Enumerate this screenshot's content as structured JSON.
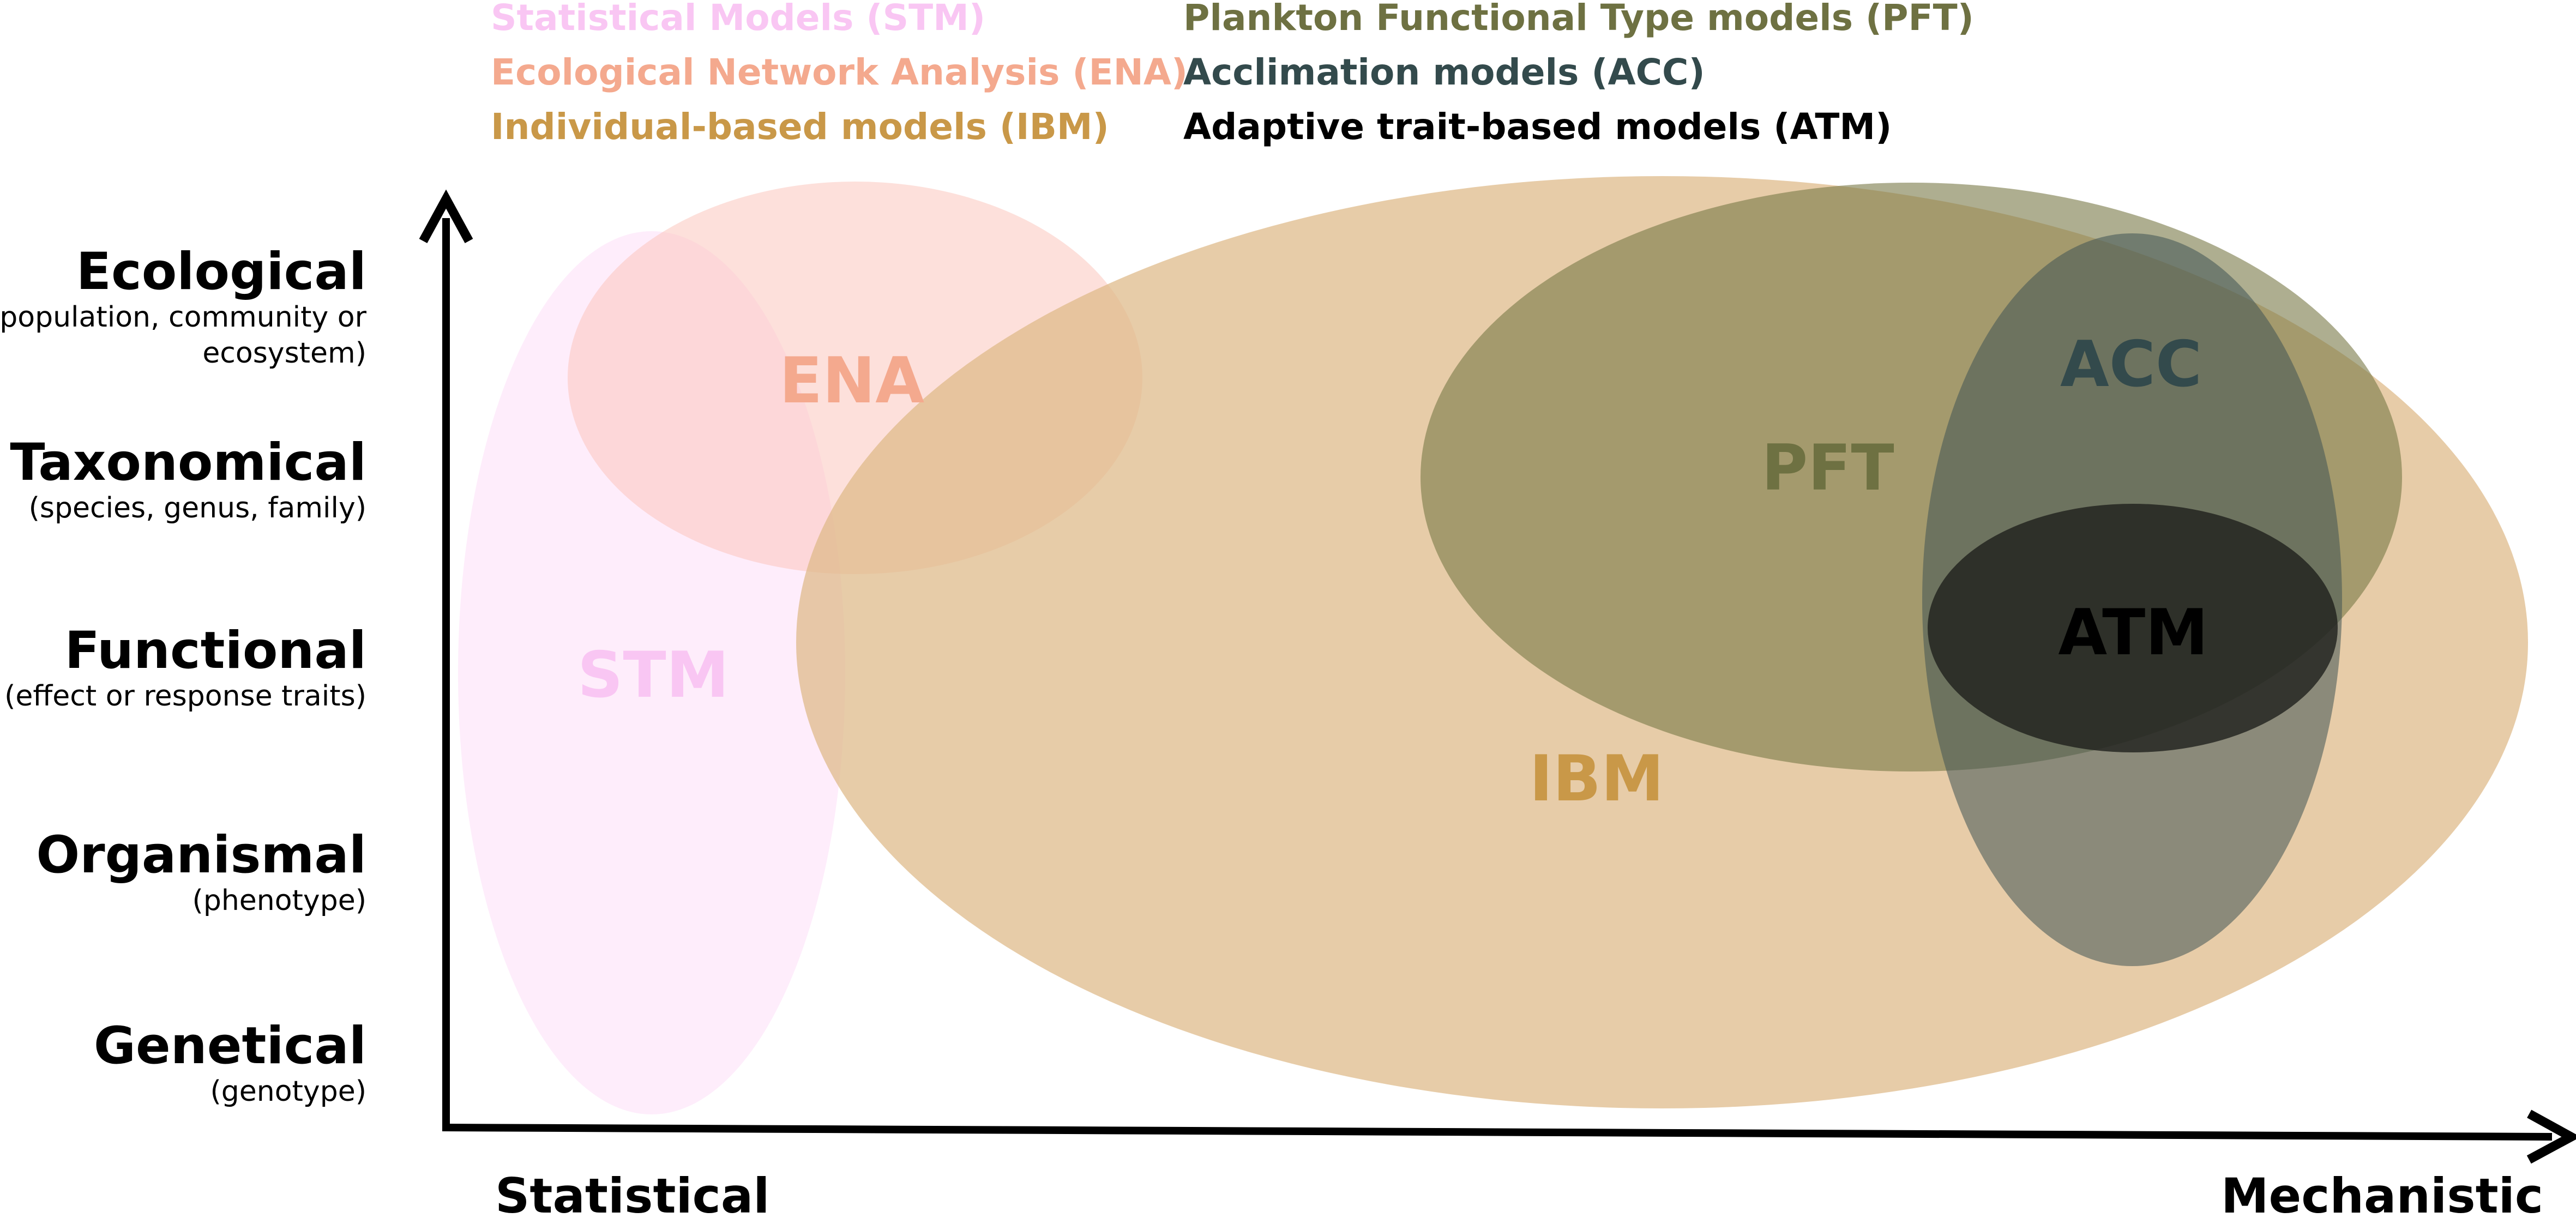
{
  "legend": {
    "left": [
      {
        "label": "Statistical Models (STM)",
        "color": "#f9c6f3"
      },
      {
        "label": "Ecological Network Analysis (ENA)",
        "color": "#f4a98e"
      },
      {
        "label": "Individual-based models (IBM)",
        "color": "#c99848"
      }
    ],
    "right": [
      {
        "label": "Plankton Functional Type models (PFT)",
        "color": "#6e7142"
      },
      {
        "label": "Acclimation models (ACC)",
        "color": "#334a4c"
      },
      {
        "label": "Adaptive trait-based models (ATM)",
        "color": "#000000"
      }
    ]
  },
  "levels": [
    {
      "name": "Ecological",
      "lines": [
        "(population, community or",
        "ecosystem)"
      ]
    },
    {
      "name": "Taxonomical",
      "lines": [
        "(species, genus, family)"
      ]
    },
    {
      "name": "Functional",
      "lines": [
        "(effect or response traits)"
      ]
    },
    {
      "name": "Organismal",
      "lines": [
        "(phenotype)"
      ]
    },
    {
      "name": "Genetical",
      "lines": [
        "(genotype)"
      ]
    }
  ],
  "axis": {
    "x_start_label": "Statistical",
    "x_end_label": "Mechanistic"
  },
  "regions": {
    "stm": {
      "label": "STM",
      "fill": "#fcd8f6",
      "label_color": "#f9c6f3"
    },
    "ena": {
      "label": "ENA",
      "fill": "#fbc2b8",
      "label_color": "#f4a98e"
    },
    "ibm": {
      "label": "IBM",
      "fill": "#deb986",
      "label_color": "#c99848"
    },
    "pft": {
      "label": "PFT",
      "fill": "#787846",
      "label_color": "#6e7142"
    },
    "acc": {
      "label": "ACC",
      "fill": "#3f5454",
      "label_color": "#334a4c"
    },
    "atm": {
      "label": "ATM",
      "fill": "#1c1e1a",
      "label_color": "#000000"
    }
  }
}
